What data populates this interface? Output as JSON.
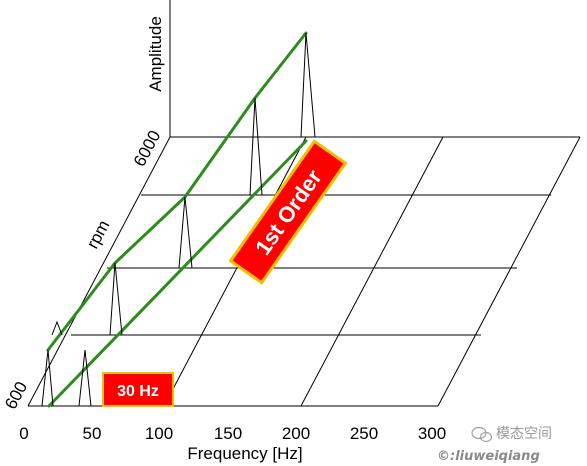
{
  "diagram": {
    "axes": {
      "x_title": "Frequency [Hz]",
      "x_ticks": [
        "0",
        "50",
        "100",
        "150",
        "200",
        "250",
        "300"
      ],
      "depth_title": "rpm",
      "depth_ticks": [
        "600",
        "6000"
      ],
      "z_title": "Amplitude"
    },
    "callouts": {
      "order": "1st Order",
      "frequency": "30 Hz"
    },
    "colors": {
      "order_line": "#2e8b1e",
      "callout_fill": "#ff0000",
      "callout_border": "#f0c000",
      "callout_text": "#ffffff",
      "grid": "#000000"
    }
  },
  "watermark": {
    "name": "模态空间",
    "url": "©:liuweiqiang",
    "icon": "wechat-icon"
  }
}
